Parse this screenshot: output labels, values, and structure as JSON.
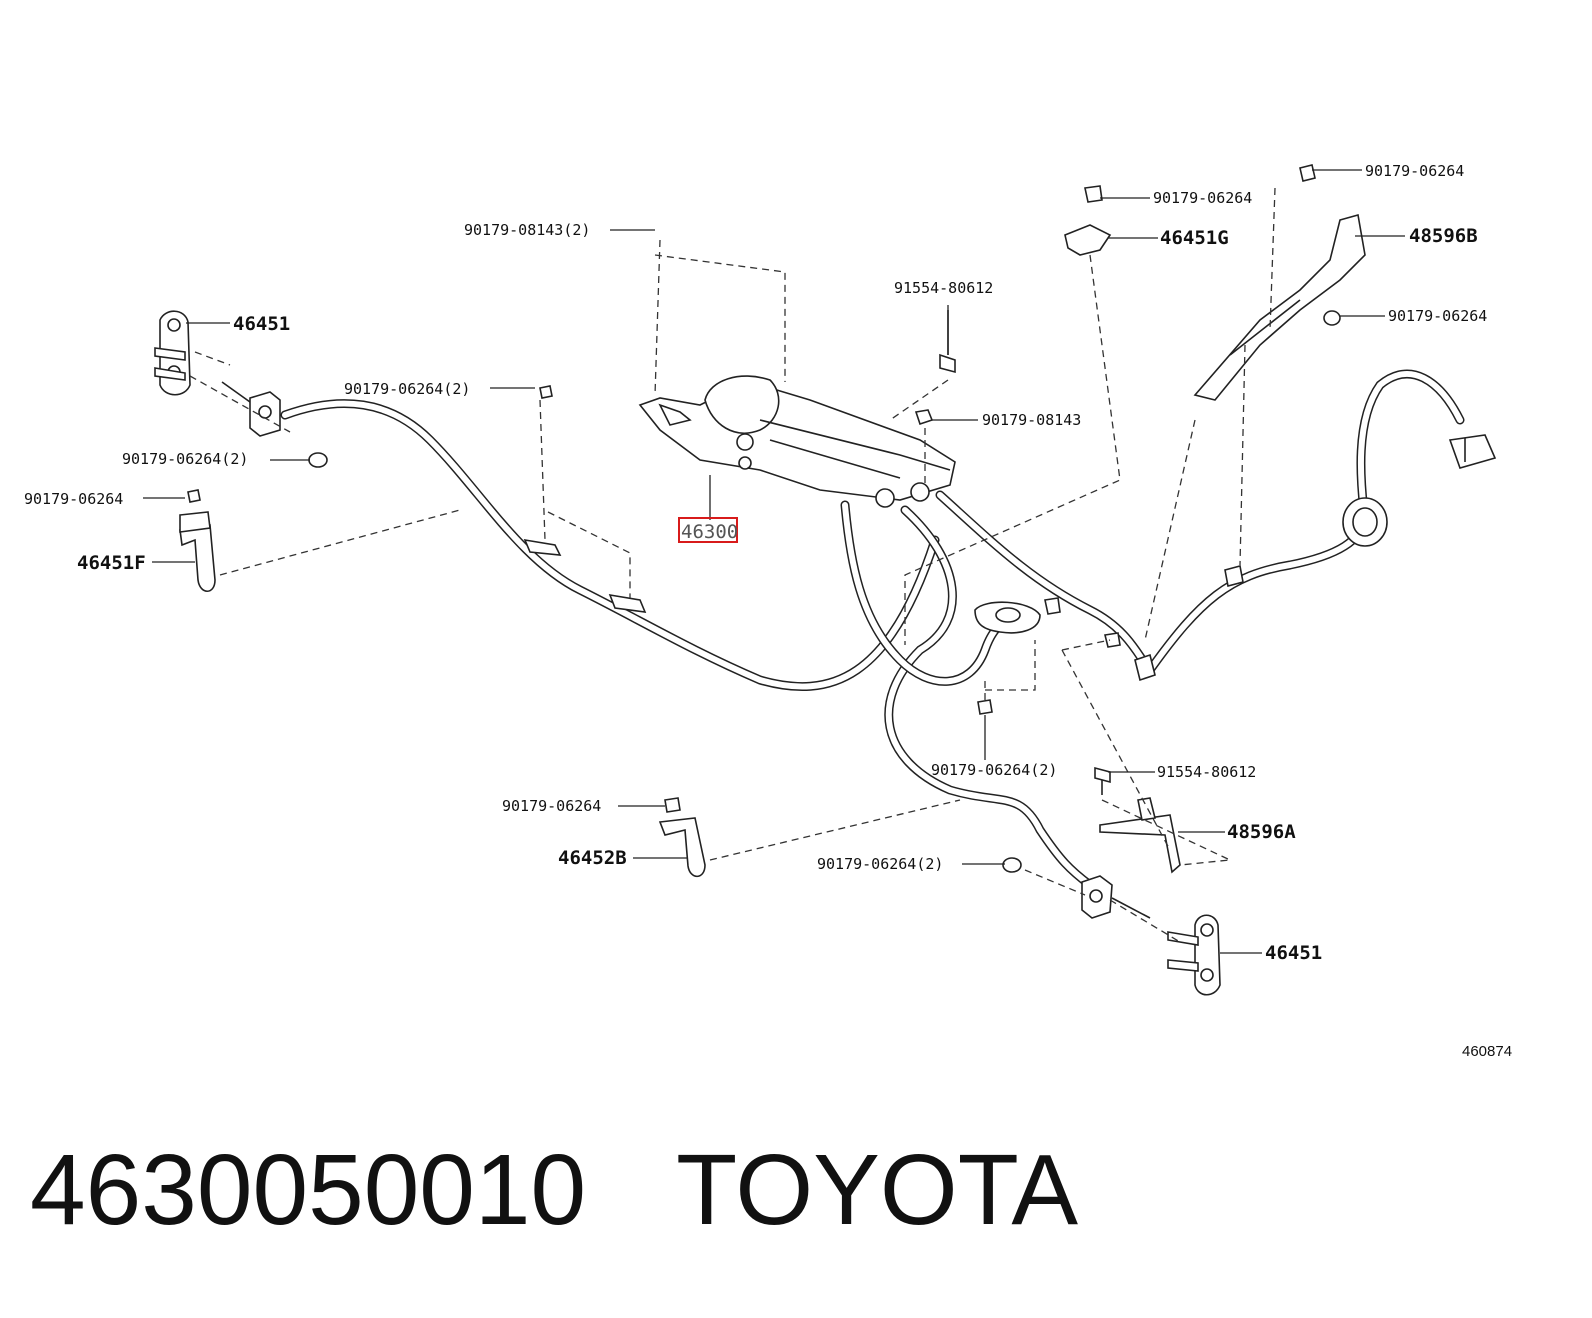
{
  "diagram": {
    "callouts": [
      {
        "id": "c01",
        "text": "90179-08143(2)"
      },
      {
        "id": "c02",
        "text": "46451"
      },
      {
        "id": "c03",
        "text": "90179-06264(2)"
      },
      {
        "id": "c04",
        "text": "90179-06264(2)"
      },
      {
        "id": "c05",
        "text": "90179-06264"
      },
      {
        "id": "c06",
        "text": "46451F"
      },
      {
        "id": "c07",
        "text": "91554-80612"
      },
      {
        "id": "c08",
        "text": "90179-08143"
      },
      {
        "id": "c09",
        "text": "46300"
      },
      {
        "id": "c10",
        "text": "90179-06264"
      },
      {
        "id": "c11",
        "text": "46451G"
      },
      {
        "id": "c12",
        "text": "90179-06264"
      },
      {
        "id": "c13",
        "text": "48596B"
      },
      {
        "id": "c14",
        "text": "90179-06264"
      },
      {
        "id": "c15",
        "text": "90179-06264(2)"
      },
      {
        "id": "c16",
        "text": "91554-80612"
      },
      {
        "id": "c17",
        "text": "90179-06264"
      },
      {
        "id": "c18",
        "text": "48596A"
      },
      {
        "id": "c19",
        "text": "46452B"
      },
      {
        "id": "c20",
        "text": "90179-06264(2)"
      },
      {
        "id": "c21",
        "text": "46451"
      }
    ],
    "highlighted_part": "46300",
    "highlight_color": "#d81b1b",
    "figure_id": "460874"
  },
  "footer": {
    "part_number": "4630050010",
    "brand": "TOYOTA"
  }
}
